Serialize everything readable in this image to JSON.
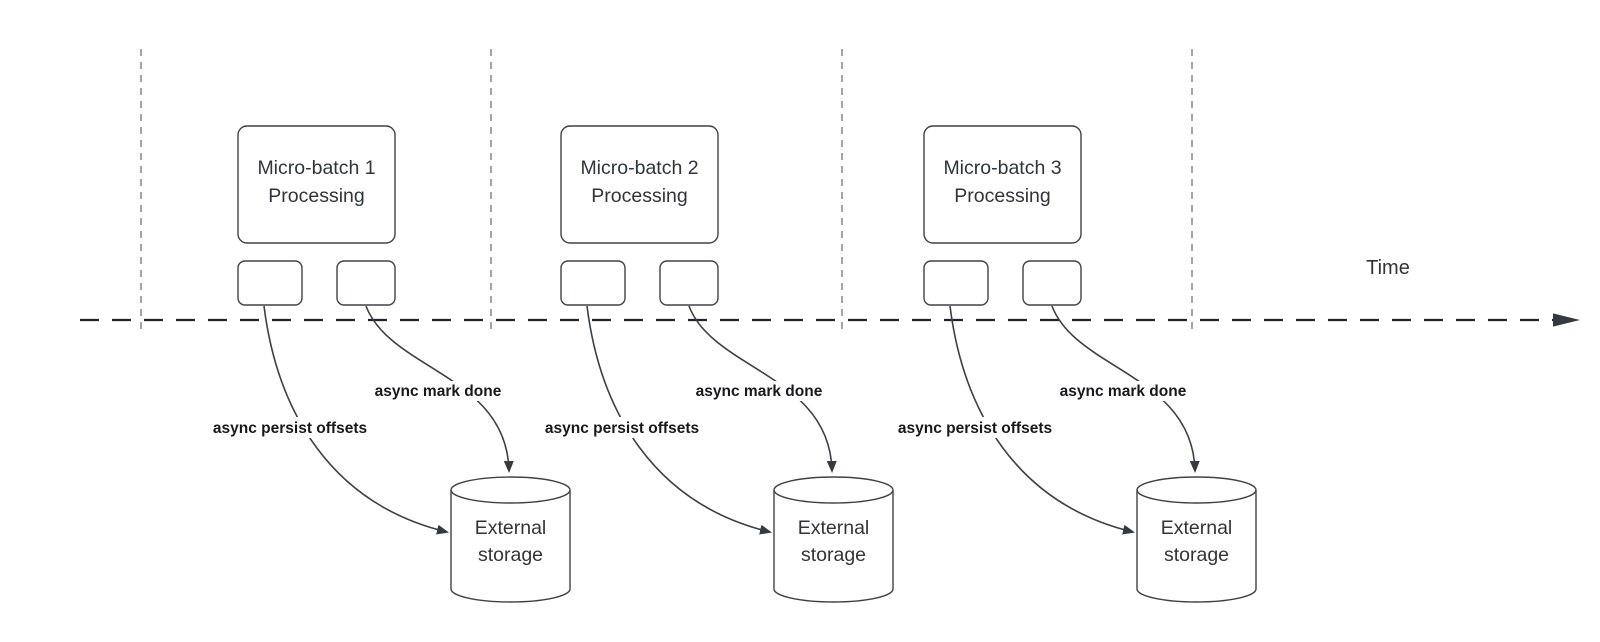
{
  "diagram": {
    "time_axis_label": "Time",
    "batches": [
      {
        "box_line1": "Micro-batch 1",
        "box_line2": "Processing",
        "persist_label": "async persist offsets",
        "mark_done_label": "async mark done",
        "storage_line1": "External",
        "storage_line2": "storage"
      },
      {
        "box_line1": "Micro-batch 2",
        "box_line2": "Processing",
        "persist_label": "async persist offsets",
        "mark_done_label": "async mark done",
        "storage_line1": "External",
        "storage_line2": "storage"
      },
      {
        "box_line1": "Micro-batch 3",
        "box_line2": "Processing",
        "persist_label": "async persist offsets",
        "mark_done_label": "async mark done",
        "storage_line1": "External",
        "storage_line2": "storage"
      }
    ],
    "colors": {
      "background": "#ffffff",
      "shape_stroke": "#3f4347",
      "arrow_stroke": "#3b4149",
      "arrowhead_fill": "#343a43",
      "shape_text": "#2f353d",
      "edge_label_text": "#17191c",
      "timeline_stroke": "#202226",
      "lane_divider_stroke": "#a2a6aa"
    }
  }
}
